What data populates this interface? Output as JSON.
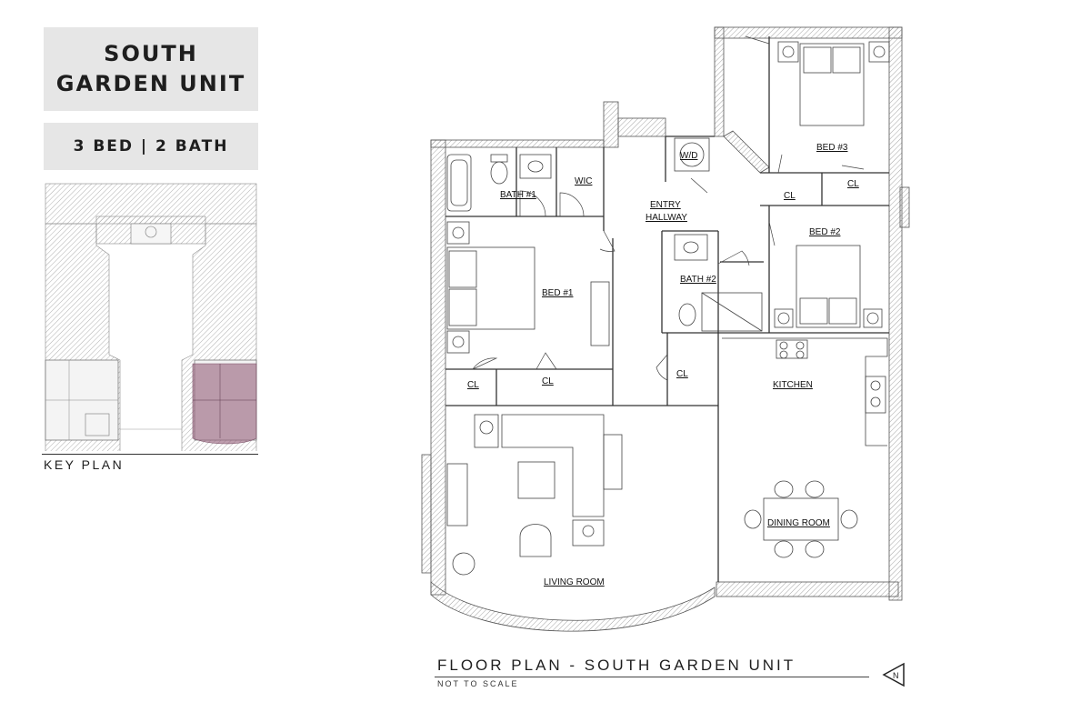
{
  "unit_title": {
    "line1": "SOUTH",
    "line2": "GARDEN UNIT"
  },
  "unit_summary": "3 BED  |  2 BATH",
  "key_plan": {
    "label": "KEY PLAN",
    "highlight_color": "#9b6a82"
  },
  "floor_plan": {
    "title": "FLOOR PLAN - SOUTH GARDEN UNIT",
    "subtitle": "NOT TO SCALE",
    "rooms": {
      "bath1": "BATH #1",
      "wic": "WIC",
      "wd": "W/D",
      "bed3": "BED #3",
      "entry": "ENTRY",
      "hallway": "HALLWAY",
      "cl_bed3_a": "CL",
      "cl_bed3_b": "CL",
      "bed2": "BED #2",
      "bath2": "BATH #2",
      "bed1": "BED #1",
      "cl_bed1_a": "CL",
      "cl_bed1_b": "CL",
      "cl_hall": "CL",
      "kitchen": "KITCHEN",
      "dining": "DINING ROOM",
      "living": "LIVING ROOM"
    }
  },
  "colors": {
    "wall_hatch": "#9a9a9a",
    "line": "#333333",
    "label_bg": "#e6e6e6"
  },
  "icons": {
    "north_arrow": "north-arrow-icon"
  }
}
